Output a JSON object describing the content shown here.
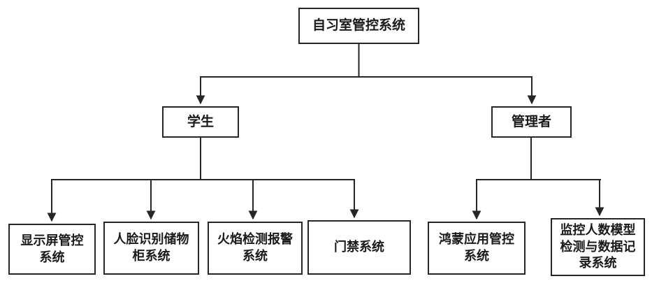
{
  "diagram": {
    "root": {
      "label": "自习室管控系统"
    },
    "branches": [
      {
        "label": "学生",
        "parent": "自习室管控系统"
      },
      {
        "label": "管理者",
        "parent": "自习室管控系统"
      }
    ],
    "leaves": [
      {
        "label": "显示屏管控系统",
        "parent": "学生"
      },
      {
        "label": "人脸识别储物柜系统",
        "parent": "学生"
      },
      {
        "label": "火焰检测报警系统",
        "parent": "学生"
      },
      {
        "label": "门禁系统",
        "parent": "学生"
      },
      {
        "label": "鸿蒙应用管控系统",
        "parent": "管理者"
      },
      {
        "label": "监控人数模型检测与数据记录系统",
        "parent": "管理者"
      }
    ],
    "colors": {
      "line": "#262626",
      "box_border": "#262626",
      "box_fill": "#ffffff",
      "text": "#1a1a1a",
      "background": "#ffffff"
    }
  }
}
